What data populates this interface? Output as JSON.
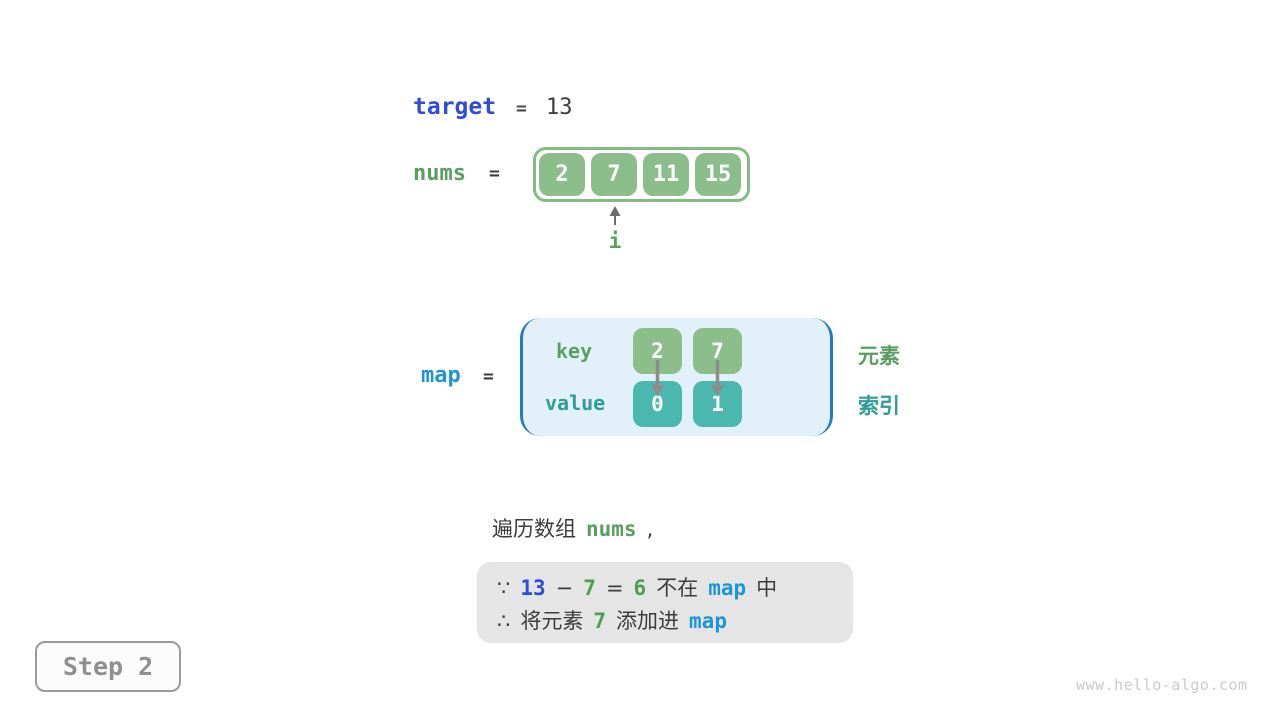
{
  "colors": {
    "target_blue": "#2F4BDB",
    "map_blue": "#1E96D6",
    "bracket_blue": "#1E7BC4",
    "map_fill": "#E2F0F9",
    "green_text": "#5B9E61",
    "green_cell": "#8CBE8C",
    "teal_text": "#2F9C96",
    "teal_cell": "#4BB8B0",
    "dark_text": "#3C3C3C",
    "reason_box_fill": "#E5E5E5",
    "arrow_gray": "#8C8C8C",
    "step_gray": "#8F8F8F",
    "watermark_gray": "#CACACA"
  },
  "target_line": {
    "label": "target",
    "equals": "=",
    "value": "13"
  },
  "nums_line": {
    "label": "nums",
    "equals": "=",
    "cells": [
      "2",
      "7",
      "11",
      "15"
    ],
    "pointer_label": "i"
  },
  "map_section": {
    "label": "map",
    "equals": "=",
    "key_label": "key",
    "value_label": "value",
    "keys": [
      "2",
      "7"
    ],
    "values": [
      "0",
      "1"
    ],
    "element_label": "元素",
    "index_label": "索引"
  },
  "narration": {
    "prefix": "遍历数组",
    "code": "nums",
    "suffix": ","
  },
  "reasoning": {
    "because_symbol": "∵",
    "minuend": "13",
    "minus": "−",
    "subtrahend": "7",
    "equals": "=",
    "difference": "6",
    "not_in": "不在",
    "map_ref1": "map",
    "in_suffix": "中",
    "therefore_symbol": "∴",
    "add_prefix": "将元素",
    "added_value": "7",
    "add_middle": "添加进",
    "map_ref2": "map"
  },
  "step_badge": "Step 2",
  "watermark": "www.hello-algo.com"
}
